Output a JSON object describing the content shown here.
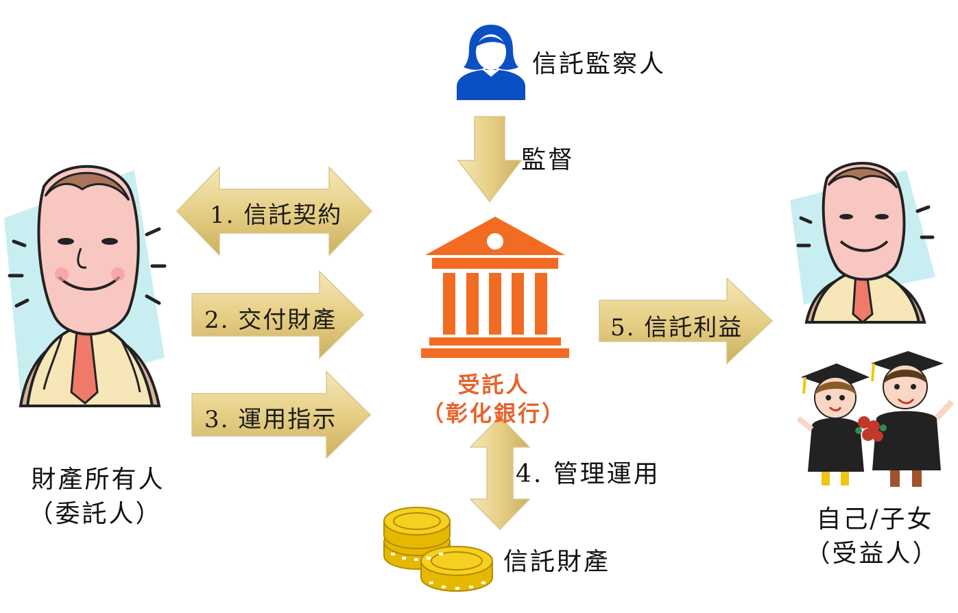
{
  "supervisor": {
    "label": "信託監察人"
  },
  "supervise_label": "監督",
  "arrows": {
    "contract": "1. 信託契約",
    "deliver": "2. 交付財產",
    "instruct": "3. 運用指示",
    "manage": "4. 管理運用",
    "benefit": "5. 信託利益"
  },
  "trustee": {
    "line1": "受託人",
    "line2": "（彰化銀行）"
  },
  "settlor": {
    "line1": "財產所有人",
    "line2": "（委託人）"
  },
  "beneficiary": {
    "line1": "自己/子女",
    "line2": "（受益人）"
  },
  "trust_property": {
    "label": "信託財產"
  },
  "colors": {
    "bank": "#f26b22",
    "person_icon": "#0b4fc4",
    "arrow_gold": "#e9d48f",
    "coins": "#f1c40f"
  },
  "icons": [
    "person-icon",
    "bank-icon",
    "coins-icon",
    "settlor-cartoon",
    "beneficiary-cartoon",
    "graduates-illustration"
  ]
}
